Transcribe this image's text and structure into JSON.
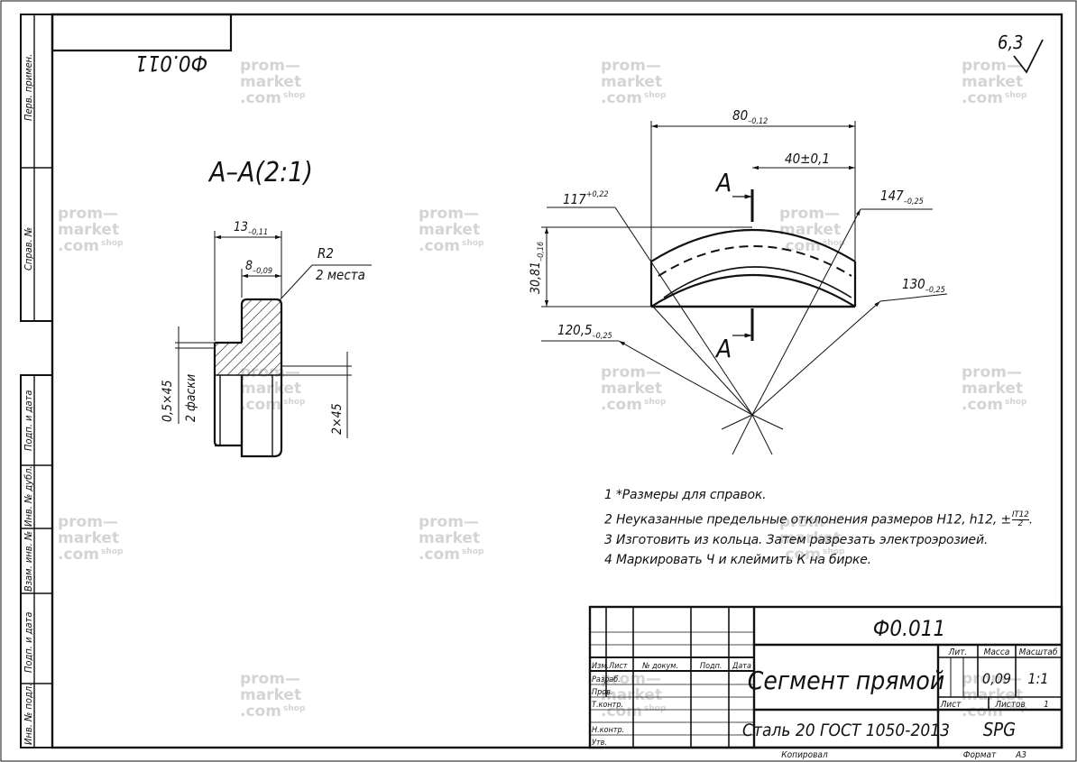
{
  "document": {
    "code": "Ф0.011",
    "code_mirrored": "Ф0.011",
    "roughness": "6,3"
  },
  "section_view": {
    "title": "А–А(2:1)",
    "dims": {
      "width_13": "13",
      "width_13_tol": "–0,11",
      "width_8": "8",
      "width_8_tol": "–0,09",
      "radius": "R2",
      "radius_note": "2 места",
      "chamfer": "0,5×45",
      "chamfer_note": "2 фаски",
      "step": "2×45"
    }
  },
  "segment_view": {
    "section_mark_top": "А",
    "section_mark_bottom": "А",
    "dims": {
      "chord_80": "80",
      "chord_80_tol": "–0,12",
      "half_40": "40±0,1",
      "r117": "117",
      "r117_tol": "+0,22",
      "r147": "147",
      "r147_tol": "–0,25",
      "r130": "130",
      "r130_tol": "–0,25",
      "r120": "120,5",
      "r120_tol": "–0,25",
      "height": "30,81",
      "height_tol": "–0,16"
    }
  },
  "notes": [
    "1  *Размеры для справок.",
    "2  Неуказанные предельные отклонения размеров H12, h12, ±",
    "3  Изготовить из кольца. Затем разрезать электроэрозией.",
    "4  Маркировать Ч и клеймить К на бирке."
  ],
  "notes_fraction": {
    "num": "IT12",
    "den": "2"
  },
  "side_strip": [
    "Перв. примен.",
    "Справ. №",
    "Подп. и дата",
    "Инв. № дубл.",
    "Взам. инв. №",
    "Подп. и дата",
    "Инв. № подл."
  ],
  "title_block": {
    "code": "Ф0.011",
    "name": "Сегмент прямой",
    "material": "Сталь 20 ГОСТ 1050-2013",
    "org": "SPG",
    "lit_label": "Лит.",
    "mass_label": "Масса",
    "scale_label": "Масштаб",
    "mass": "0,09",
    "scale": "1:1",
    "sheet_label": "Лист",
    "sheets_label": "Листов",
    "sheets": "1",
    "copied": "Копировал",
    "format_label": "Формат",
    "format": "А3",
    "cols": [
      "Изм.",
      "Лист",
      "№ докум.",
      "Подп.",
      "Дата"
    ],
    "rows": [
      "Разраб.",
      "Пров.",
      "Т.контр.",
      "",
      "Н.контр.",
      "Утв."
    ]
  },
  "watermark": {
    "line1": "prom—",
    "line2": "market",
    "line3": ".com",
    "suffix": "shop"
  }
}
